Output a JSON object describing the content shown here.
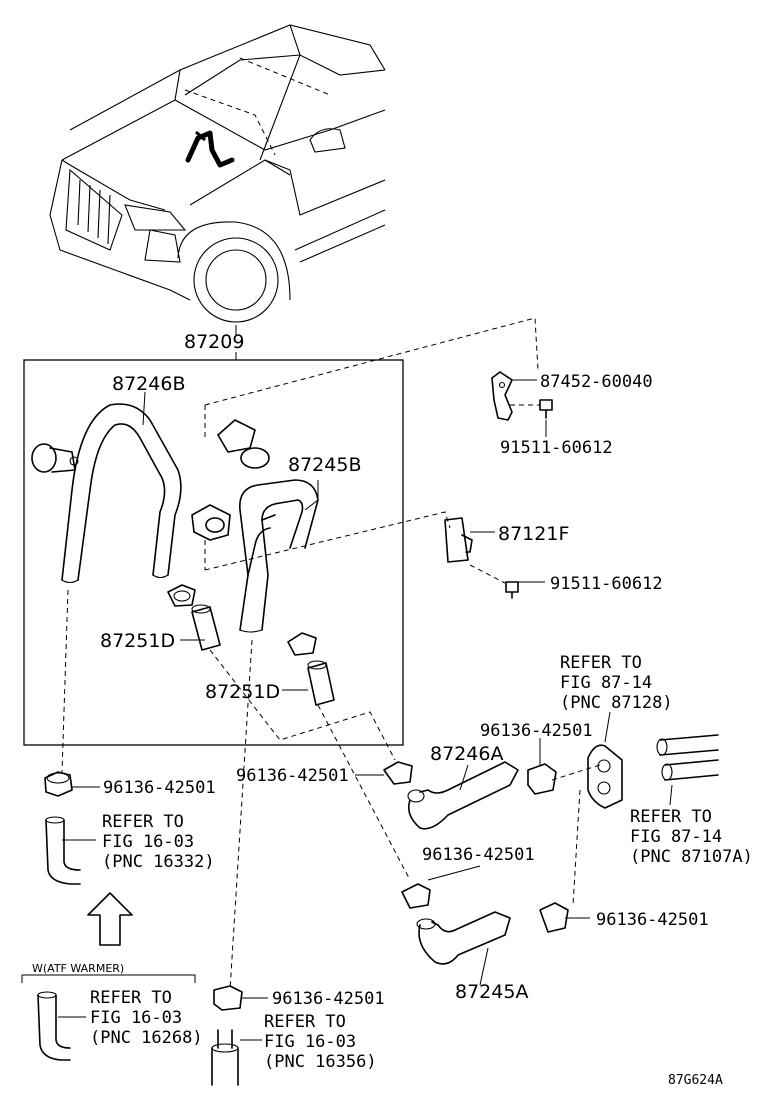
{
  "parts": {
    "p87209": "87209",
    "p87246B": "87246B",
    "p87245B": "87245B",
    "p87251D_1": "87251D",
    "p87251D_2": "87251D",
    "p87452": "87452-60040",
    "p91511_a": "91511-60612",
    "p87121F": "87121F",
    "p91511_b": "91511-60612",
    "p87246A": "87246A",
    "p87245A": "87245A",
    "clamp_left": "96136-42501",
    "clamp_mid": "96136-42501",
    "clamp_87246A": "96136-42501",
    "clamp_lower": "96136-42501",
    "clamp_right": "96136-42501",
    "clamp_bottom": "96136-42501"
  },
  "refs": {
    "r16332": [
      "REFER TO",
      "FIG 16-03",
      "(PNC 16332)"
    ],
    "r87128": [
      "REFER TO",
      "FIG 87-14",
      "(PNC 87128)"
    ],
    "r87107A": [
      "REFER TO",
      "FIG 87-14",
      "(PNC 87107A)"
    ],
    "r16268": [
      "REFER TO",
      "FIG 16-03",
      "(PNC 16268)"
    ],
    "r16356": [
      "REFER TO",
      "FIG 16-03",
      "(PNC 16356)"
    ]
  },
  "atf_label": "W(ATF WARMER)",
  "figure_code": "87G624A"
}
